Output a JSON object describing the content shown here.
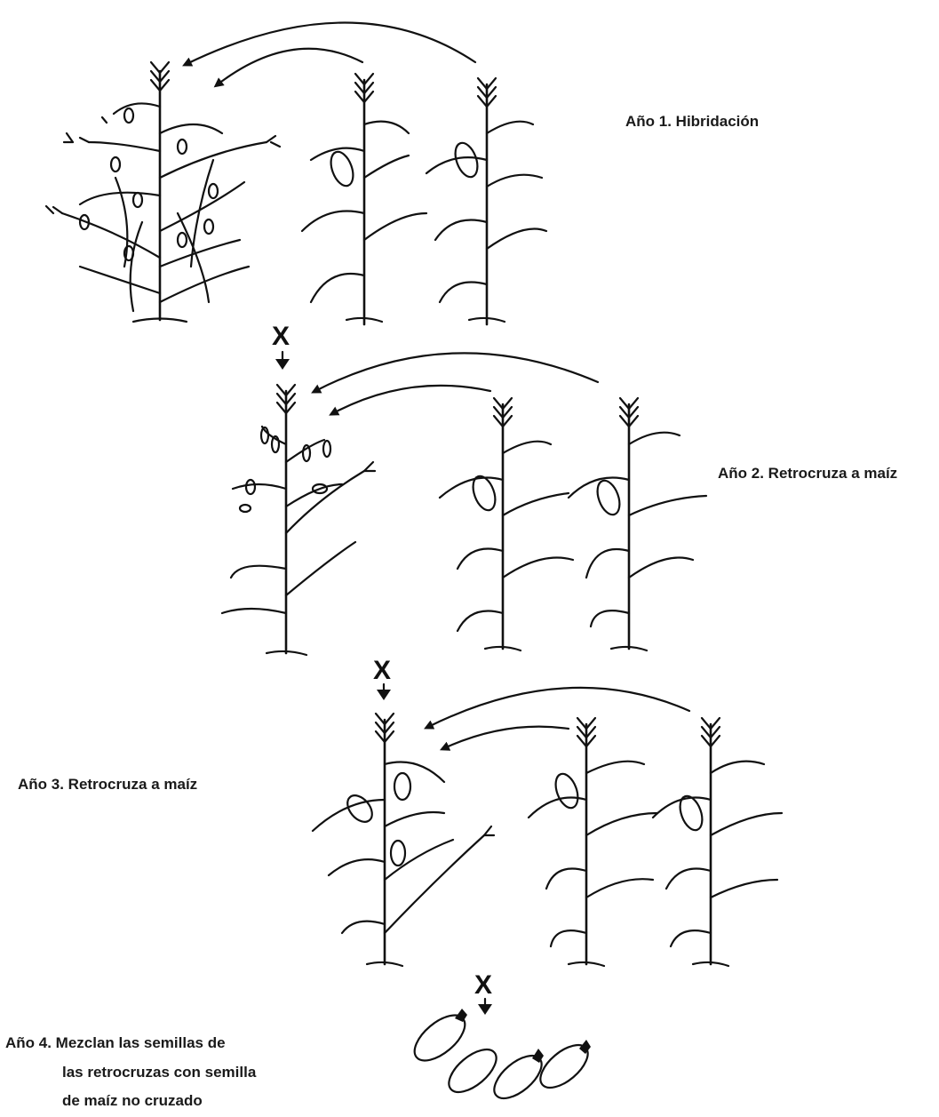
{
  "steps": [
    {
      "label": "Año 1. Hibridación"
    },
    {
      "label": "Año 2. Retrocruza a maíz"
    },
    {
      "label": "Año 3. Retrocruza a maíz"
    },
    {
      "label_lines": [
        "Año 4. Mezclan las semillas de",
        "las retrocruzas con semilla",
        "de maíz no cruzado"
      ]
    }
  ],
  "cross_symbol": "X",
  "icons": [
    "teosinte-hybrid-plant-icon",
    "maize-plant-icon",
    "backcross-plant-icon",
    "seed-icon",
    "pollen-arrow-icon",
    "down-arrow-icon"
  ]
}
